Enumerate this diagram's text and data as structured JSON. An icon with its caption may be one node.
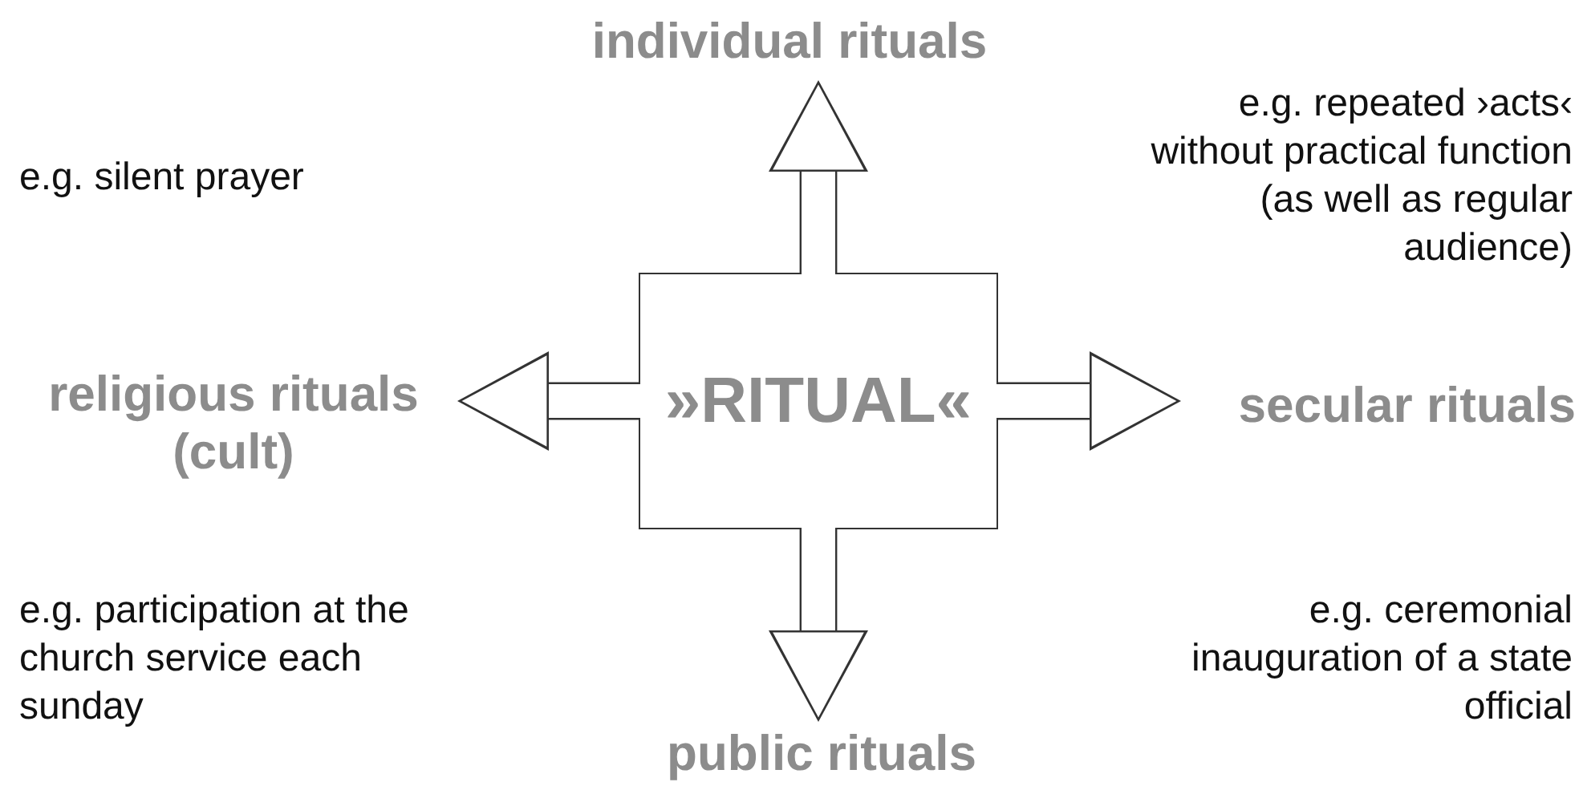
{
  "diagram": {
    "nodes": [
      {
        "text": [
          "»RITUAL«"
        ]
      },
      {
        "text": [
          "individual rituals"
        ]
      },
      {
        "text": [
          "religious rituals (cult)"
        ]
      },
      {
        "text": [
          "secular rituals"
        ]
      },
      {
        "text": [
          "public rituals"
        ]
      }
    ],
    "edges": [
      {
        "from": 0,
        "to": 1,
        "arrow": "to"
      },
      {
        "from": 0,
        "to": 2,
        "arrow": "to"
      },
      {
        "from": 0,
        "to": 3,
        "arrow": "to"
      },
      {
        "from": 0,
        "to": 4,
        "arrow": "to"
      }
    ],
    "labels": [
      "e.g. silent prayer",
      "e.g. repeated ›acts‹ without practical function (as well as regular audience)",
      "e.g. participation at the church service each sunday",
      "e.g. ceremonial inauguration of a state official"
    ]
  }
}
